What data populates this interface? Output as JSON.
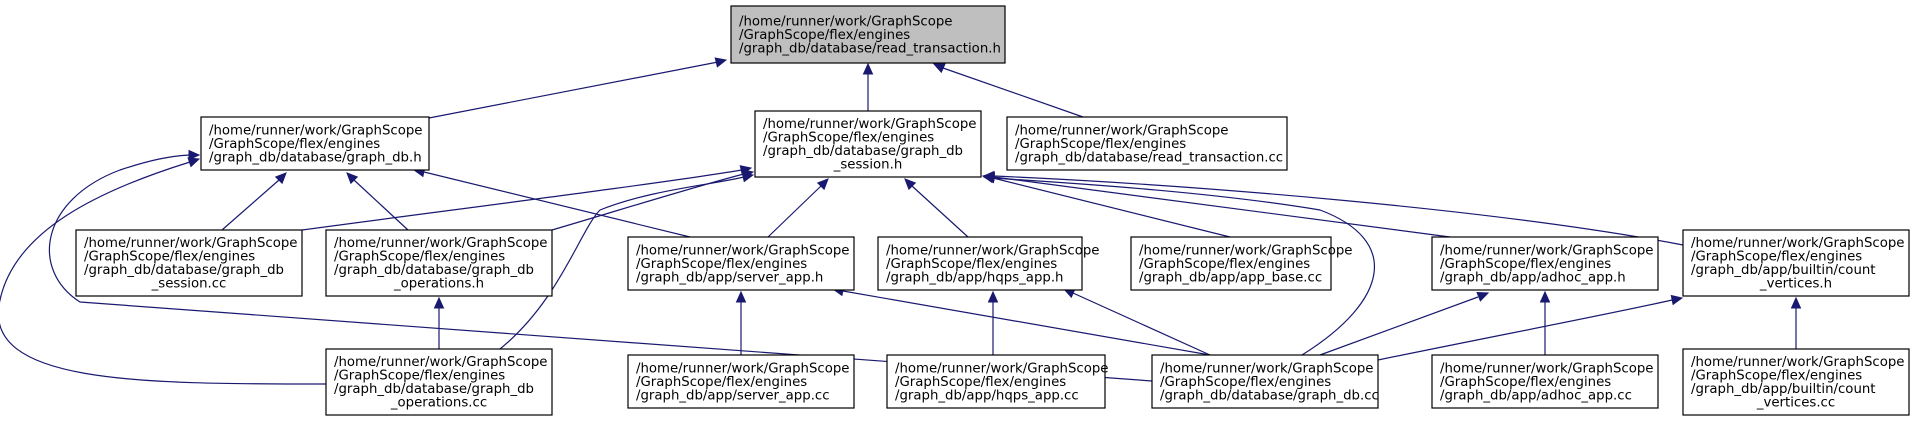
{
  "diagram": {
    "nodes": [
      {
        "id": "read_transaction_h",
        "root": true,
        "lines": [
          "/home/runner/work/GraphScope",
          "/GraphScope/flex/engines",
          "/graph_db/database/read_transaction.h"
        ]
      },
      {
        "id": "graph_db_h",
        "lines": [
          "/home/runner/work/GraphScope",
          "/GraphScope/flex/engines",
          "/graph_db/database/graph_db.h"
        ]
      },
      {
        "id": "graph_db_session_h",
        "lines": [
          "/home/runner/work/GraphScope",
          "/GraphScope/flex/engines",
          "/graph_db/database/graph_db",
          "_session.h"
        ]
      },
      {
        "id": "read_transaction_cc",
        "lines": [
          "/home/runner/work/GraphScope",
          "/GraphScope/flex/engines",
          "/graph_db/database/read_transaction.cc"
        ]
      },
      {
        "id": "graph_db_session_cc",
        "lines": [
          "/home/runner/work/GraphScope",
          "/GraphScope/flex/engines",
          "/graph_db/database/graph_db",
          "_session.cc"
        ]
      },
      {
        "id": "graph_db_operations_h",
        "lines": [
          "/home/runner/work/GraphScope",
          "/GraphScope/flex/engines",
          "/graph_db/database/graph_db",
          "_operations.h"
        ]
      },
      {
        "id": "server_app_h",
        "lines": [
          "/home/runner/work/GraphScope",
          "/GraphScope/flex/engines",
          "/graph_db/app/server_app.h"
        ]
      },
      {
        "id": "hqps_app_h",
        "lines": [
          "/home/runner/work/GraphScope",
          "/GraphScope/flex/engines",
          "/graph_db/app/hqps_app.h"
        ]
      },
      {
        "id": "app_base_cc",
        "lines": [
          "/home/runner/work/GraphScope",
          "/GraphScope/flex/engines",
          "/graph_db/app/app_base.cc"
        ]
      },
      {
        "id": "adhoc_app_h",
        "lines": [
          "/home/runner/work/GraphScope",
          "/GraphScope/flex/engines",
          "/graph_db/app/adhoc_app.h"
        ]
      },
      {
        "id": "count_vertices_h",
        "lines": [
          "/home/runner/work/GraphScope",
          "/GraphScope/flex/engines",
          "/graph_db/app/builtin/count",
          "_vertices.h"
        ]
      },
      {
        "id": "graph_db_operations_cc",
        "lines": [
          "/home/runner/work/GraphScope",
          "/GraphScope/flex/engines",
          "/graph_db/database/graph_db",
          "_operations.cc"
        ]
      },
      {
        "id": "server_app_cc",
        "lines": [
          "/home/runner/work/GraphScope",
          "/GraphScope/flex/engines",
          "/graph_db/app/server_app.cc"
        ]
      },
      {
        "id": "hqps_app_cc",
        "lines": [
          "/home/runner/work/GraphScope",
          "/GraphScope/flex/engines",
          "/graph_db/app/hqps_app.cc"
        ]
      },
      {
        "id": "graph_db_cc",
        "lines": [
          "/home/runner/work/GraphScope",
          "/GraphScope/flex/engines",
          "/graph_db/database/graph_db.cc"
        ]
      },
      {
        "id": "adhoc_app_cc",
        "lines": [
          "/home/runner/work/GraphScope",
          "/GraphScope/flex/engines",
          "/graph_db/app/adhoc_app.cc"
        ]
      },
      {
        "id": "count_vertices_cc",
        "lines": [
          "/home/runner/work/GraphScope",
          "/GraphScope/flex/engines",
          "/graph_db/app/builtin/count",
          "_vertices.cc"
        ]
      }
    ],
    "edges": [
      {
        "from": "graph_db_h",
        "to": "read_transaction_h"
      },
      {
        "from": "graph_db_session_h",
        "to": "read_transaction_h"
      },
      {
        "from": "read_transaction_cc",
        "to": "read_transaction_h"
      },
      {
        "from": "graph_db_session_cc",
        "to": "graph_db_h"
      },
      {
        "from": "graph_db_operations_h",
        "to": "graph_db_h"
      },
      {
        "from": "server_app_h",
        "to": "graph_db_h"
      },
      {
        "from": "graph_db_operations_cc",
        "to": "graph_db_h"
      },
      {
        "from": "graph_db_cc",
        "to": "graph_db_h"
      },
      {
        "from": "graph_db_session_cc",
        "to": "graph_db_session_h"
      },
      {
        "from": "graph_db_operations_h",
        "to": "graph_db_session_h"
      },
      {
        "from": "server_app_h",
        "to": "graph_db_session_h"
      },
      {
        "from": "graph_db_operations_cc",
        "to": "graph_db_session_h"
      },
      {
        "from": "hqps_app_h",
        "to": "graph_db_session_h"
      },
      {
        "from": "app_base_cc",
        "to": "graph_db_session_h"
      },
      {
        "from": "graph_db_cc",
        "to": "graph_db_session_h"
      },
      {
        "from": "adhoc_app_h",
        "to": "graph_db_session_h"
      },
      {
        "from": "count_vertices_h",
        "to": "graph_db_session_h"
      },
      {
        "from": "graph_db_operations_cc",
        "to": "graph_db_operations_h"
      },
      {
        "from": "server_app_cc",
        "to": "server_app_h"
      },
      {
        "from": "graph_db_cc",
        "to": "server_app_h"
      },
      {
        "from": "hqps_app_cc",
        "to": "hqps_app_h"
      },
      {
        "from": "graph_db_cc",
        "to": "hqps_app_h"
      },
      {
        "from": "adhoc_app_cc",
        "to": "adhoc_app_h"
      },
      {
        "from": "graph_db_cc",
        "to": "adhoc_app_h"
      },
      {
        "from": "count_vertices_cc",
        "to": "count_vertices_h"
      },
      {
        "from": "graph_db_cc",
        "to": "count_vertices_h"
      }
    ]
  }
}
